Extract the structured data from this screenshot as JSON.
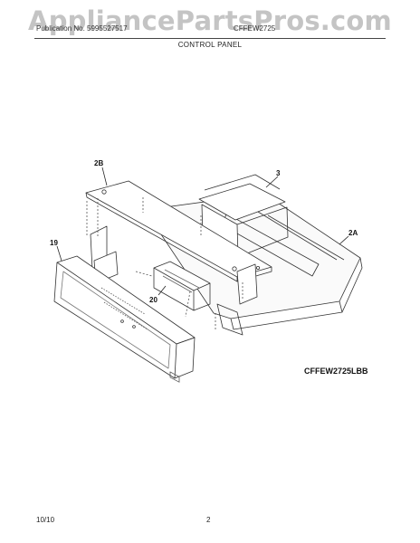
{
  "watermark": "AppliancePartsPros.com",
  "header": {
    "left": "Publication No. 5995527517",
    "right": "CFFEW2725"
  },
  "title": "CONTROL PANEL",
  "callouts": {
    "top_panel": "2B",
    "bracket": "3",
    "housing": "2A",
    "front_panel": "19",
    "board": "20"
  },
  "model": "CFFEW2725LBB",
  "footer": {
    "date": "10/10",
    "page": "2"
  }
}
